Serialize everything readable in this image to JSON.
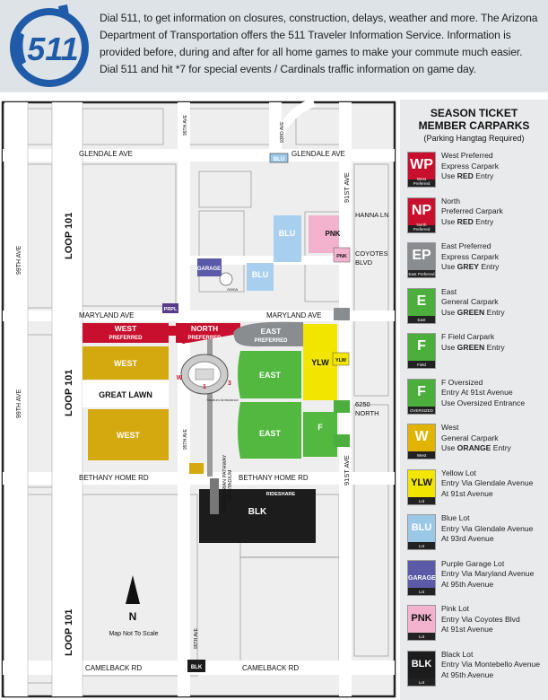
{
  "banner": {
    "logo_text": "511",
    "text": "Dial 511, to get information on closures, construction, delays, weather and more. The Arizona Department of Transportation offers the 511 Traveler Information Service. Information is provided before, during and after for all home games to make your commute much easier. Dial 511 and hit *7 for special events / Cardinals traffic information on game day."
  },
  "map": {
    "roads": {
      "glendale": "GLENDALE AVE",
      "maryland": "MARYLAND AVE",
      "bethany": "BETHANY HOME RD",
      "camelback": "CAMELBACK RD",
      "loop101": "LOOP 101",
      "ave99": "99TH AVE",
      "ave95": "95TH AVE",
      "ave93": "93RD AVE",
      "ave91": "91ST AVE",
      "hanna": "HANNA LN",
      "coyotes": "COYOTES BLVD",
      "north6250": "6250 NORTH",
      "pedestrian": "PEDESTRIAN PATHWAY TO STADIUM"
    },
    "lots": {
      "west_pref_1": "WEST",
      "west_pref_2": "PREFERRED",
      "north_pref_1": "NORTH",
      "north_pref_2": "PREFERRED",
      "east_pref_1": "EAST",
      "east_pref_2": "PREFERRED",
      "west_upper": "WEST",
      "west_lower": "WEST",
      "great_lawn": "GREAT LAWN",
      "east_upper": "EAST",
      "east_lower": "EAST",
      "ylw": "YLW",
      "f": "F",
      "blu_upper": "BLU",
      "blu_lower": "BLU",
      "pnk": "PNK",
      "garage": "GARAGE",
      "blk": "BLK",
      "rideshare": "RIDESHARE",
      "arena": "Arena"
    },
    "markers": {
      "blu": "BLU",
      "prpl": "PRPL",
      "pnk": "PNK",
      "ylw": "YLW",
      "blk": "BLK"
    },
    "gate_numbers": [
      "1",
      "2",
      "3"
    ],
    "stadium_label": "Stadium Ambulance",
    "compass": "N",
    "scale_note": "Map Not To Scale"
  },
  "legend": {
    "title_1": "SEASON TICKET",
    "title_2": "MEMBER CARPARKS",
    "subtitle": "(Parking Hangtag Required)",
    "items": [
      {
        "code": "WP",
        "sub": "West Preferred",
        "color": "#c8102e",
        "fg": "#ffffff",
        "l1": "West Preferred",
        "l2": "Express Carpark",
        "pre": "Use ",
        "em": "RED",
        "post": " Entry"
      },
      {
        "code": "NP",
        "sub": "North Preferred",
        "color": "#c8102e",
        "fg": "#ffffff",
        "l1": "North",
        "l2": "Preferred Carpark",
        "pre": "Use ",
        "em": "RED",
        "post": " Entry"
      },
      {
        "code": "EP",
        "sub": "East Preferred",
        "color": "#8a8d90",
        "fg": "#ffffff",
        "l1": "East Preferred",
        "l2": "Express Carpark",
        "pre": "Use ",
        "em": "GREY",
        "post": " Entry"
      },
      {
        "code": "E",
        "sub": "East",
        "color": "#4caf3d",
        "fg": "#ffffff",
        "l1": "East",
        "l2": "General Carpark",
        "pre": "Use ",
        "em": "GREEN",
        "post": " Entry"
      },
      {
        "code": "F",
        "sub": "Field",
        "color": "#4caf3d",
        "fg": "#ffffff",
        "l1": "F Field Carpark",
        "l2": "Use GREEN Entry",
        "pre": "",
        "em": "",
        "post": ""
      },
      {
        "code": "F",
        "sub": "OVERSIZED",
        "color": "#4caf3d",
        "fg": "#ffffff",
        "l1": "F Oversized",
        "l2": "Entry At 91st Avenue",
        "pre": "Use Oversized Entrance",
        "em": "",
        "post": ""
      },
      {
        "code": "W",
        "sub": "West",
        "color": "#e0b400",
        "fg": "#ffffff",
        "l1": "West",
        "l2": "General Carpark",
        "pre": "Use ",
        "em": "ORANGE",
        "post": " Entry"
      },
      {
        "code": "YLW",
        "sub": "Lot",
        "color": "#f2e500",
        "fg": "#111111",
        "l1": "Yellow Lot",
        "l2": "Entry Via Glendale Avenue",
        "pre": "At 91st Avenue",
        "em": "",
        "post": ""
      },
      {
        "code": "BLU",
        "sub": "Lot",
        "color": "#9cc8e8",
        "fg": "#ffffff",
        "l1": "Blue Lot",
        "l2": "Entry Via Glendale Avenue",
        "pre": "At 93rd Avenue",
        "em": "",
        "post": ""
      },
      {
        "code": "GARAGE",
        "sub": "Lot",
        "color": "#5a5aa8",
        "fg": "#ffffff",
        "l1": "Purple Garage Lot",
        "l2": "Entry Via Maryland Avenue",
        "pre": "At 95th Avenue",
        "em": "",
        "post": ""
      },
      {
        "code": "PNK",
        "sub": "Lot",
        "color": "#f3b3cf",
        "fg": "#111111",
        "l1": "Pink Lot",
        "l2": "Entry Via Coyotes Blvd",
        "pre": "At 91st Avenue",
        "em": "",
        "post": ""
      },
      {
        "code": "BLK",
        "sub": "Lot",
        "color": "#1c1c1c",
        "fg": "#ffffff",
        "l1": "Black Lot",
        "l2": "Entry Via Montebello Avenue",
        "pre": "At 95th Avenue",
        "em": "",
        "post": ""
      }
    ]
  }
}
